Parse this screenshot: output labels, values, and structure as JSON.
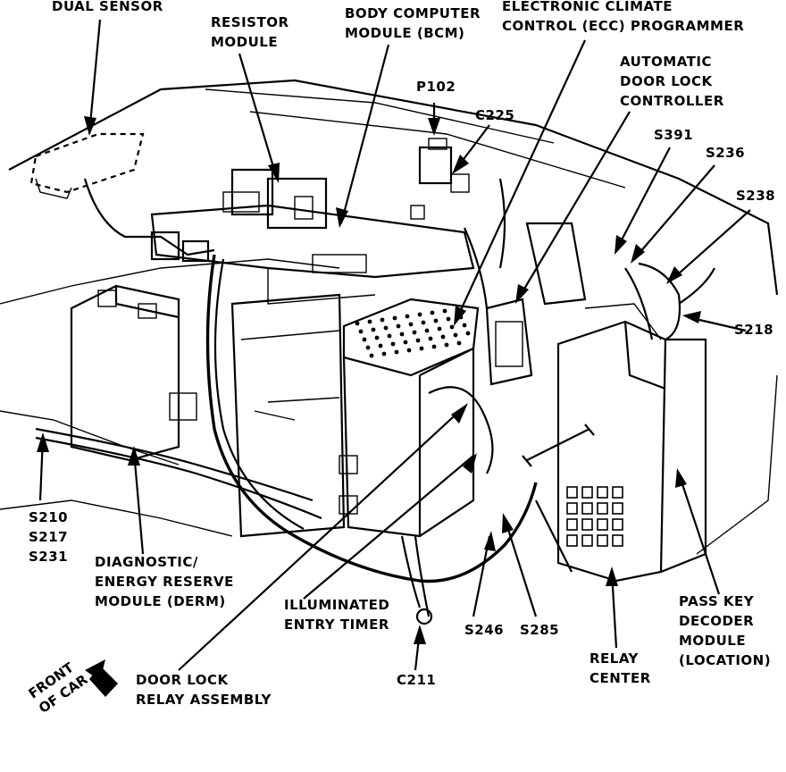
{
  "labels": {
    "dual_sensor": "DUAL SENSOR",
    "resistor_module": [
      "RESISTOR",
      "MODULE"
    ],
    "bcm": [
      "BODY COMPUTER",
      "MODULE (BCM)"
    ],
    "ecc": [
      "ELECTRONIC CLIMATE",
      "CONTROL (ECC) PROGRAMMER"
    ],
    "p102": "P102",
    "c225": "C225",
    "door_lock_controller": [
      "AUTOMATIC",
      "DOOR LOCK",
      "CONTROLLER"
    ],
    "s391": "S391",
    "s236": "S236",
    "s238": "S238",
    "s218": "S218",
    "s210_group": [
      "S210",
      "S217",
      "S231"
    ],
    "derm": [
      "DIAGNOSTIC/",
      "ENERGY RESERVE",
      "MODULE (DERM)"
    ],
    "entry_timer": [
      "ILLUMINATED",
      "ENTRY TIMER"
    ],
    "s246": "S246",
    "s285": "S285",
    "pass_key": [
      "PASS KEY",
      "DECODER",
      "MODULE",
      "(LOCATION)"
    ],
    "relay_center": [
      "RELAY",
      "CENTER"
    ],
    "c211": "C211",
    "door_lock_relay": [
      "DOOR LOCK",
      "RELAY ASSEMBLY"
    ],
    "front_of_car": [
      "FRONT",
      "OF CAR"
    ]
  }
}
